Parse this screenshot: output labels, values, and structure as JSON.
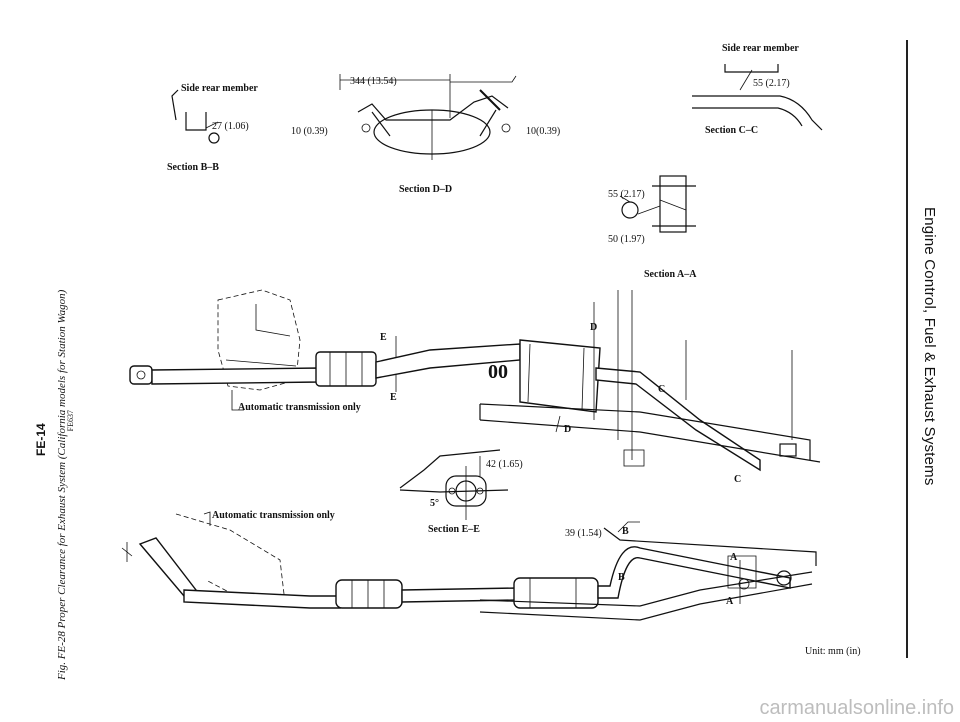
{
  "side_title": "Engine Control, Fuel & Exhaust Systems",
  "caption": "Fig. FE-28  Proper Clearance for Exhaust System (California models for Station Wagon)",
  "figure_code": "FE637",
  "page_number": "FE-14",
  "unit_note": "Unit: mm (in)",
  "watermark": "carmanualsonline.info",
  "section_bb": {
    "member_label": "Side rear member",
    "dimension": "27 (1.06)",
    "title": "Section B–B"
  },
  "section_dd": {
    "dim_top": "344 (13.54)",
    "dim_left": "10 (0.39)",
    "dim_right": "10(0.39)",
    "title": "Section D–D"
  },
  "section_cc": {
    "member_label": "Side rear member",
    "dimension": "55 (2.17)",
    "title": "Section C–C"
  },
  "section_aa": {
    "dim_top": "55 (2.17)",
    "dim_bottom": "50 (1.97)",
    "title": "Section A–A"
  },
  "section_ee": {
    "dimension": "42 (1.65)",
    "angle": "5°",
    "title": "Section E–E"
  },
  "upper_assembly": {
    "note": "Automatic transmission only",
    "marker_e": "E",
    "marker_d": "D",
    "marker_c": "C"
  },
  "lower_assembly": {
    "note": "Automatic transmission only",
    "dimension": "39 (1.54)",
    "marker_b": "B",
    "marker_a": "A"
  }
}
